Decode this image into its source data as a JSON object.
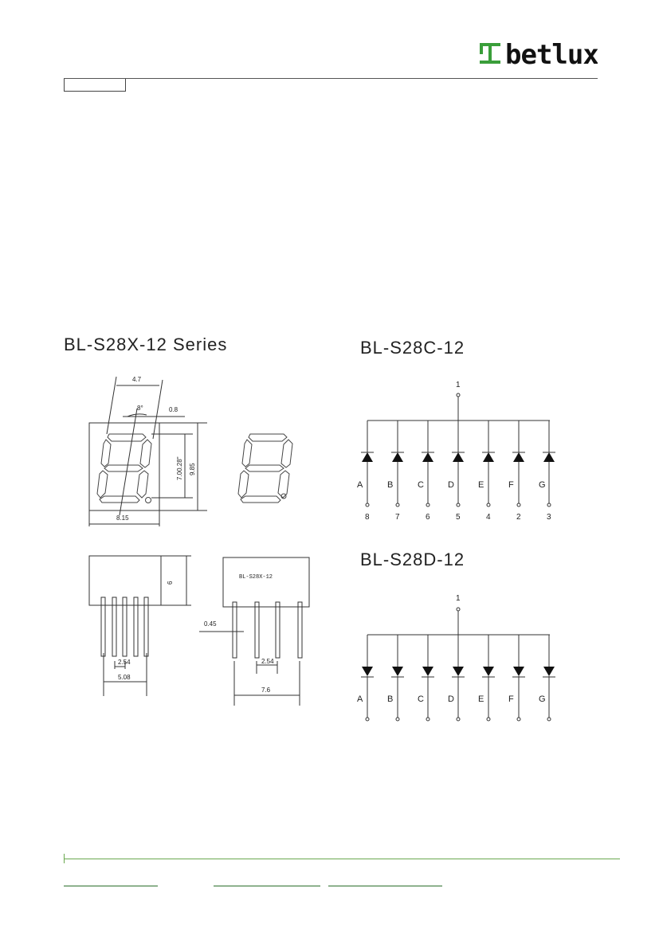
{
  "header": {
    "brand": "betlux",
    "colors": {
      "logo_green": "#3a9e3a",
      "logo_black": "#111111",
      "footer_green": "#6aa84f"
    }
  },
  "titles": {
    "series": "BL-S28X-12 Series",
    "common_cathode": "BL-S28C-12",
    "common_anode": "BL-S28D-12"
  },
  "front_view": {
    "dims": {
      "width": "4.7",
      "angle": "8°",
      "seg": "0.8",
      "digit_height": "7.00.28\"",
      "total_height": "9.85",
      "total_width": "8.15"
    }
  },
  "side_views": {
    "dims": {
      "height": "6",
      "pin": "0.45",
      "pitch_a": "2.54",
      "span_a": "5.08",
      "pitch_b": "2.54",
      "span_b": "7.6"
    },
    "part_label": "BL-S28X-12"
  },
  "circuit_c": {
    "common_pin": "1",
    "segments": [
      "A",
      "B",
      "C",
      "D",
      "E",
      "F",
      "G"
    ],
    "pins": [
      "8",
      "7",
      "6",
      "5",
      "4",
      "2",
      "3"
    ]
  },
  "circuit_d": {
    "common_pin": "1",
    "segments": [
      "A",
      "B",
      "C",
      "D",
      "E",
      "F",
      "G"
    ]
  }
}
